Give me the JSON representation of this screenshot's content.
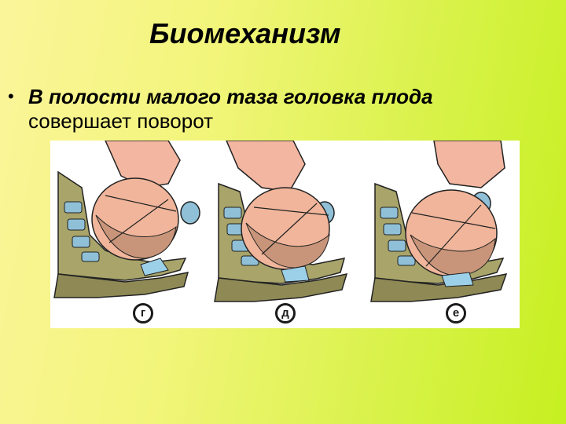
{
  "slide": {
    "title": "Биомеханизм",
    "bullet": {
      "marker": "•",
      "line1": "В полости малого таза головка плода",
      "line2": "совершает поворот"
    }
  },
  "figure": {
    "panels": [
      {
        "label": "г"
      },
      {
        "label": "д"
      },
      {
        "label": "е"
      }
    ]
  }
}
